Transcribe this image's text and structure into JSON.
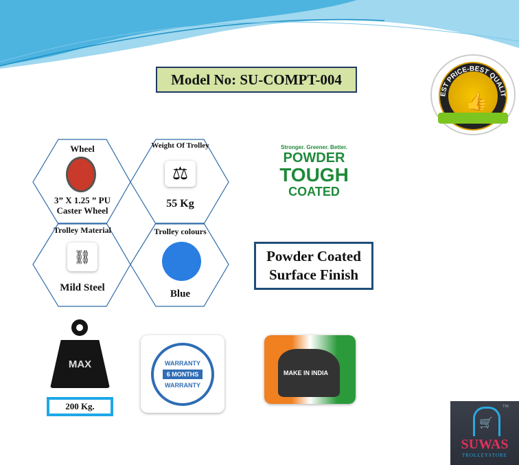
{
  "model": "Model No: SU-COMPT-004",
  "badges": {
    "best": "BEST PRICE-BEST QUALITY",
    "powder_top": "Stronger. Greener. Better.",
    "powder1": "POWDER",
    "powder2": "TOUGH",
    "powder3": "COATED",
    "warranty_top": "WARRANTY",
    "warranty_mid": "6 MONTHS",
    "warranty_bot": "WARRANTY",
    "india": "MAKE IN INDIA",
    "max": "MAX"
  },
  "specs": [
    {
      "title": "Wheel",
      "value": "3” X 1.25 ” PU Caster Wheel"
    },
    {
      "title": "Weight Of Trolley",
      "value": "55 Kg"
    },
    {
      "title": "Trolley Material",
      "value": "Mild Steel"
    },
    {
      "title": "Trolley colours",
      "value": "Blue"
    }
  ],
  "finish": "Powder Coated Surface Finish",
  "capacity": "200 Kg.",
  "logo": {
    "name": "SUWAS",
    "sub": "TROLLEYSTORE",
    "tm": "TM"
  },
  "colors": {
    "blue": "#2a7de1",
    "accent": "#1ea7e8"
  }
}
